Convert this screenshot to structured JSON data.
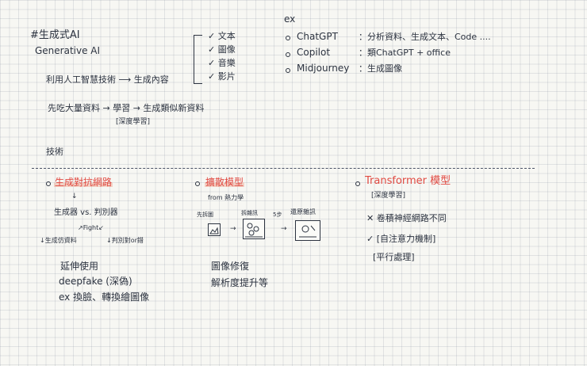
{
  "top": {
    "title": "#生成式AI",
    "subtitle": "Generative AI",
    "definition": "利用人工智慧技術 ⟶ 生成內容",
    "outputs": [
      "✓ 文本",
      "✓ 圖像",
      "✓ 音樂",
      "✓ 影片"
    ],
    "process": "先吃大量資料 → 學習 → 生成類似新資料",
    "deep_learning_tag": "[深度學習]",
    "tech_label": "技術"
  },
  "examples": {
    "heading": "ex",
    "items": [
      {
        "name": "ChatGPT",
        "desc": "：分析資料、生成文本、Code ...."
      },
      {
        "name": "Copilot",
        "desc": "：類ChatGPT + office"
      },
      {
        "name": "Midjourney",
        "desc": "：生成圖像"
      }
    ]
  },
  "gan": {
    "title": "生成對抗網路",
    "arrow": "↓",
    "versus": "生成器  vs.  判別器",
    "fight": "↗Fight↙",
    "generator_role": "↓生成仿資料",
    "discriminator_role": "↓判別對or錯",
    "apps": [
      "延伸使用",
      "deepfake (深偽)",
      "ex 換臉、轉換繪圖像"
    ]
  },
  "diffusion": {
    "title": "擴散模型",
    "origin": "from 熱力學",
    "steps": {
      "first": "先拆圖",
      "second": "拆雜訊",
      "third": "5步",
      "fourth": "還原雜訊"
    },
    "apps": [
      "圖像修復",
      "解析度提升等"
    ]
  },
  "transformer": {
    "title": "Transformer 模型",
    "tag": "[深度學習]",
    "points": [
      "✕ 卷積神經網路不同",
      "✓ [自注意力機制]",
      "[平行處理]"
    ]
  },
  "colors": {
    "ink": "#2c3340",
    "accent": "#e14b43",
    "paper": "#f7f7f3"
  }
}
